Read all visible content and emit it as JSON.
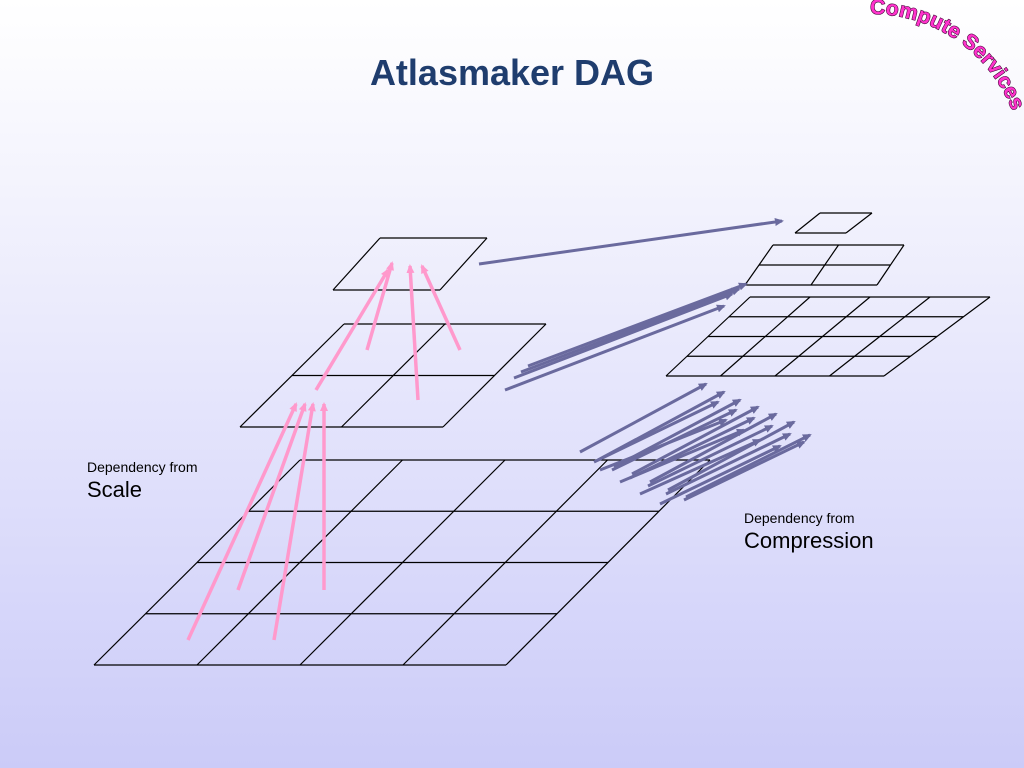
{
  "title": "Atlasmaker DAG",
  "labels": {
    "scale_prefix": "Dependency from",
    "scale_name": "Scale",
    "compression_prefix": "Dependency from",
    "compression_name": "Compression"
  },
  "stamp": {
    "text": "Compute Services",
    "color": "#ff33cc"
  },
  "colors": {
    "scale_arrows": "#ff99cc",
    "compression_arrows": "#6a6a9e",
    "title": "#1f3d6e",
    "grid_lines": "#000000"
  },
  "grids": [
    {
      "name": "left-bottom-grid",
      "cells": "4x4"
    },
    {
      "name": "left-middle-grid",
      "cells": "2x2"
    },
    {
      "name": "left-top-grid",
      "cells": "1x1"
    },
    {
      "name": "right-bottom-grid",
      "cells": "4x4"
    },
    {
      "name": "right-middle-grid",
      "cells": "2x2"
    },
    {
      "name": "right-top-grid",
      "cells": "1x1"
    }
  ]
}
